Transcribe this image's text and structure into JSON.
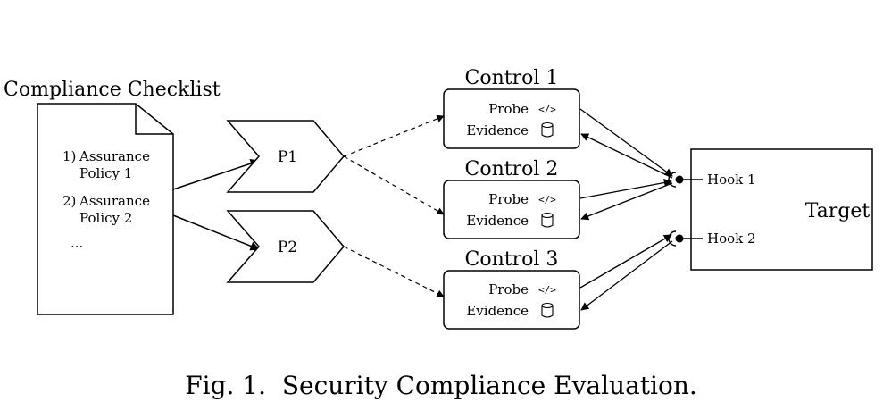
{
  "checklist": {
    "title": "Compliance Checklist",
    "item1_num": "1)",
    "item1_line1": "Assurance",
    "item1_line2": "Policy 1",
    "item2_num": "2)",
    "item2_line1": "Assurance",
    "item2_line2": "Policy 2",
    "ellipsis": "..."
  },
  "processes": [
    {
      "label": "P1"
    },
    {
      "label": "P2"
    }
  ],
  "controls": [
    {
      "title": "Control 1",
      "probe": "Probe",
      "evidence": "Evidence",
      "probe_icon": "</>"
    },
    {
      "title": "Control 2",
      "probe": "Probe",
      "evidence": "Evidence",
      "probe_icon": "</>"
    },
    {
      "title": "Control 3",
      "probe": "Probe",
      "evidence": "Evidence",
      "probe_icon": "</>"
    }
  ],
  "target": {
    "label": "Target",
    "hooks": [
      {
        "label": "Hook 1"
      },
      {
        "label": "Hook 2"
      }
    ]
  },
  "caption": "Fig. 1.  Security Compliance Evaluation."
}
